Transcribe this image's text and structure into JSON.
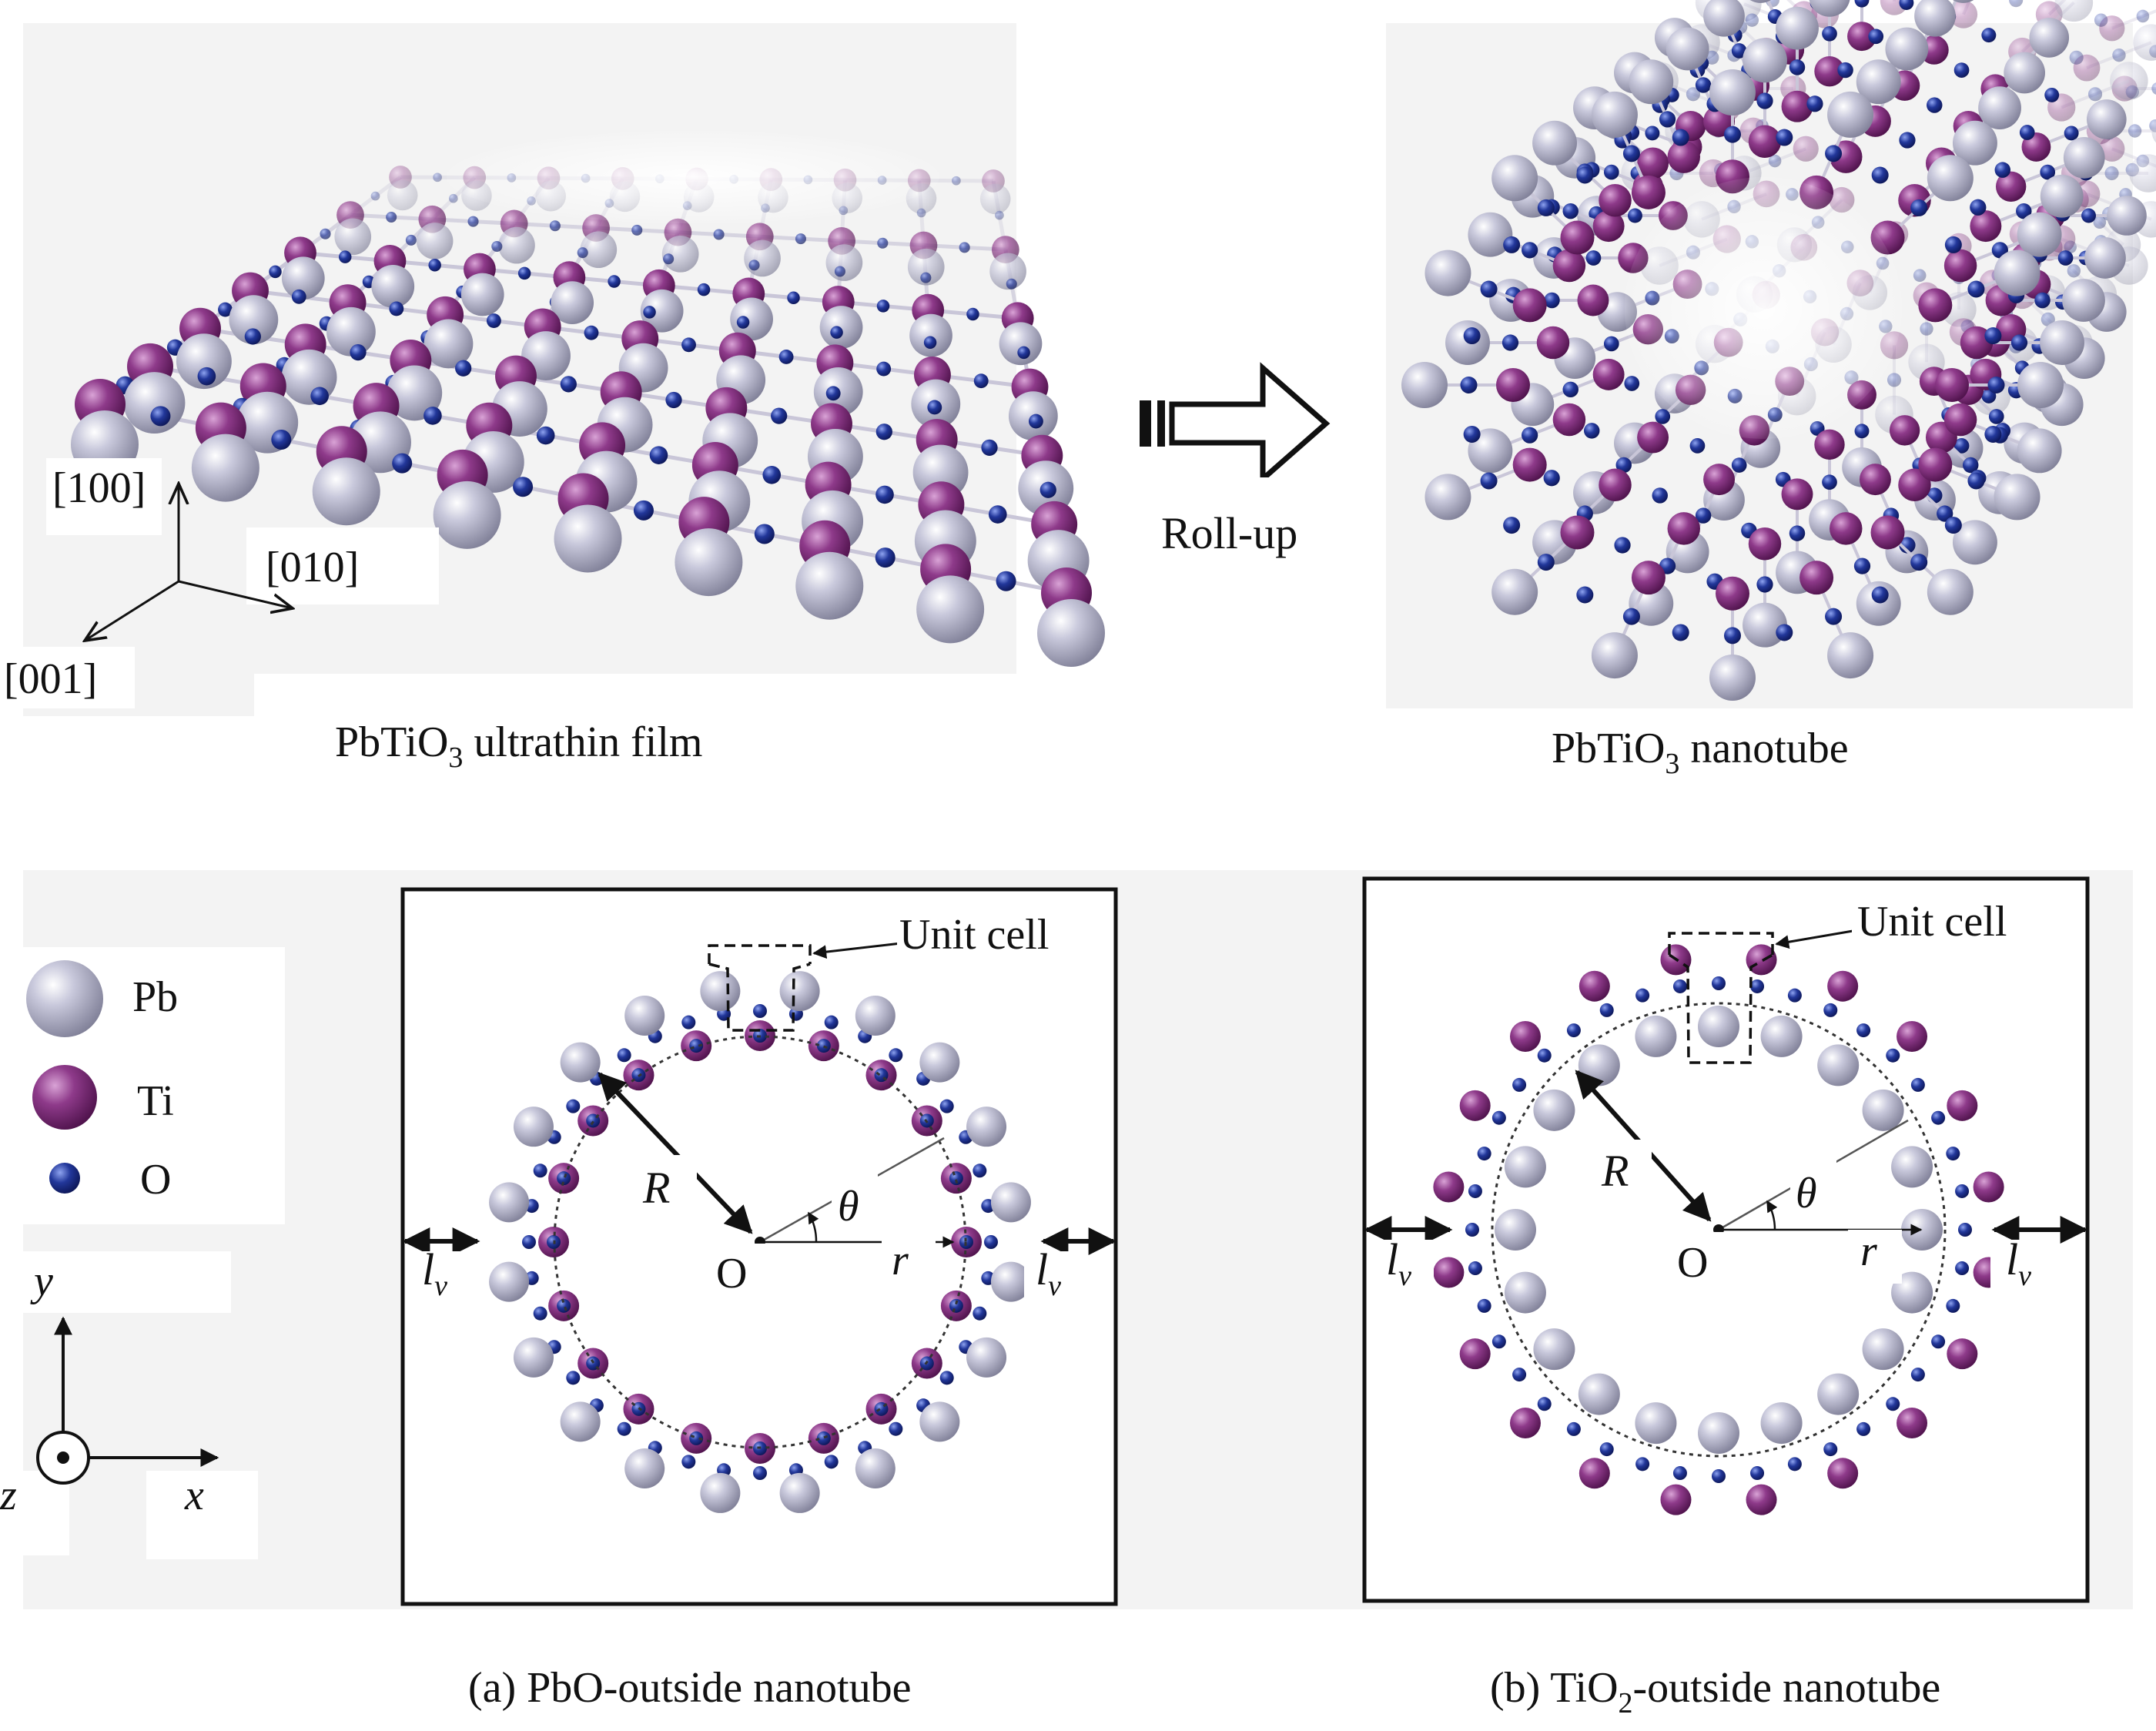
{
  "top": {
    "film_axes": {
      "a": "[100]",
      "b": "[010]",
      "c": "[001]"
    },
    "film_caption": {
      "pre": "PbTiO",
      "sub": "3",
      "post": " ultrathin film"
    },
    "arrow_label": "Roll-up",
    "tube_caption": {
      "pre": "PbTiO",
      "sub": "3",
      "post": " nanotube"
    }
  },
  "legend": {
    "pb": "Pb",
    "ti": "Ti",
    "o": "O"
  },
  "coords": {
    "x": "x",
    "y": "y",
    "z": "z"
  },
  "panel_a": {
    "unit_cell": "Unit cell",
    "R": "R",
    "theta": "θ",
    "O": "O",
    "r": "r",
    "lv_main": "l",
    "lv_sub": "v",
    "caption": "(a) PbO-outside nanotube"
  },
  "panel_b": {
    "unit_cell": "Unit cell",
    "R": "R",
    "theta": "θ",
    "O": "O",
    "r": "r",
    "lv_main": "l",
    "lv_sub": "v",
    "caption_pre": "(b) TiO",
    "caption_sub": "2",
    "caption_post": "-outside nanotube"
  },
  "colors": {
    "pb": "#a9a9c0",
    "ti": "#7b2a78",
    "o": "#1c2e88",
    "bond": "#c9c6d8",
    "panel_bg": "#f3f3f3"
  }
}
